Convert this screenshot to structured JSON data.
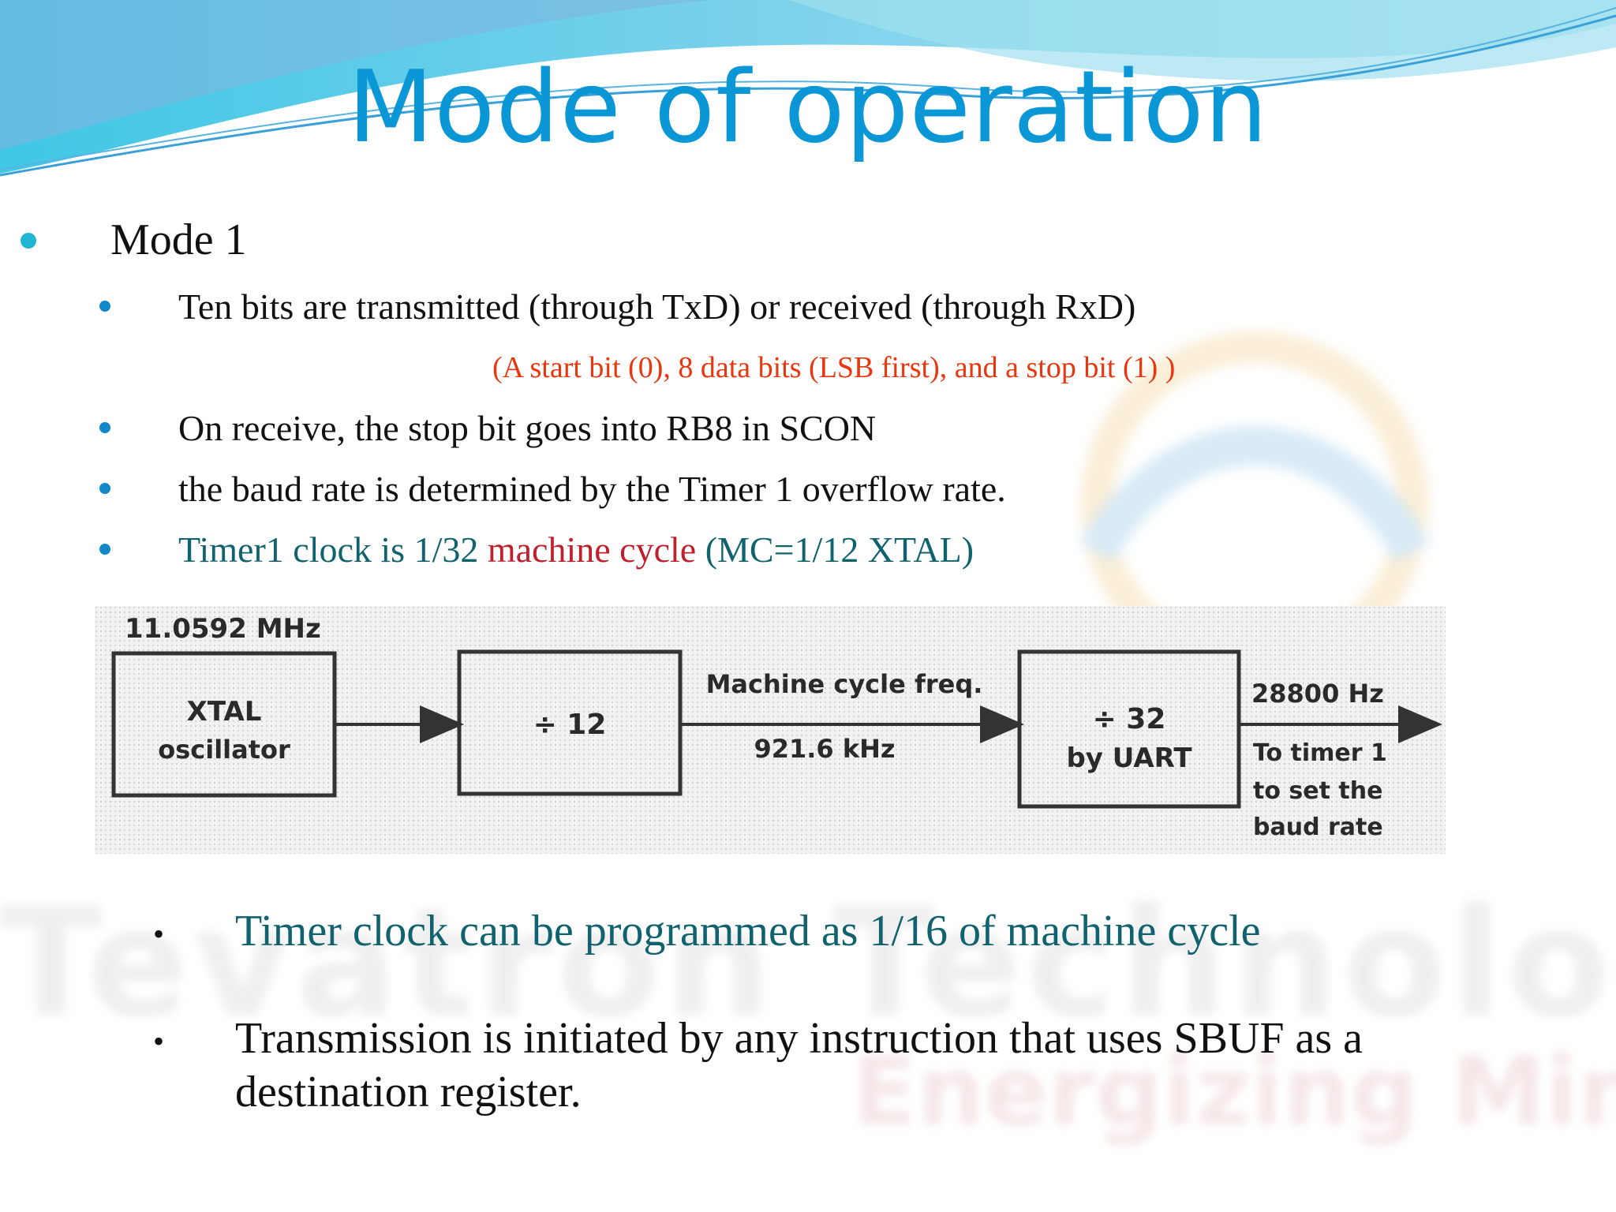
{
  "title": "Mode of operation",
  "colors": {
    "title": "#0b97d6",
    "bullet_level1": "#1fb5d3",
    "bullet_level2": "#1288c9",
    "note_red": "#e8360e",
    "teal": "#10626f",
    "dark_red": "#c0202b"
  },
  "mode_heading": "Mode 1",
  "bullets": {
    "b1": "Ten bits are transmitted (through TxD) or received (through RxD)",
    "b1_note": "(A start bit (0), 8 data bits (LSB first), and a stop bit (1) )",
    "b2": "On receive, the stop bit goes into RB8 in SCON",
    "b3": "the baud rate is determined by the Timer 1 overflow rate.",
    "b4_part1": "Timer1 clock is 1/32",
    "b4_part2": "machine cycle",
    "b4_part3": "(MC=1/12  XTAL)"
  },
  "diagram": {
    "crystal_freq": "11.0592 MHz",
    "box1_line1": "XTAL",
    "box1_line2": "oscillator",
    "box2_label": "÷ 12",
    "mid_label_line1": "Machine cycle freq.",
    "mid_label_line2": "921.6 kHz",
    "box3_line1": "÷ 32",
    "box3_line2": "by UART",
    "out_freq": "28800 Hz",
    "out_line1": "To timer 1",
    "out_line2": "to set the",
    "out_line3": "baud rate"
  },
  "bottom": {
    "b5": "Timer clock can be programmed  as 1/16 of machine cycle",
    "b6_line1": "Transmission is initiated by any instruction that uses SBUF as a",
    "b6_line2": "destination register."
  },
  "watermark": {
    "line1": "Tevatron Technologies",
    "line2": "Energizing Minds"
  }
}
